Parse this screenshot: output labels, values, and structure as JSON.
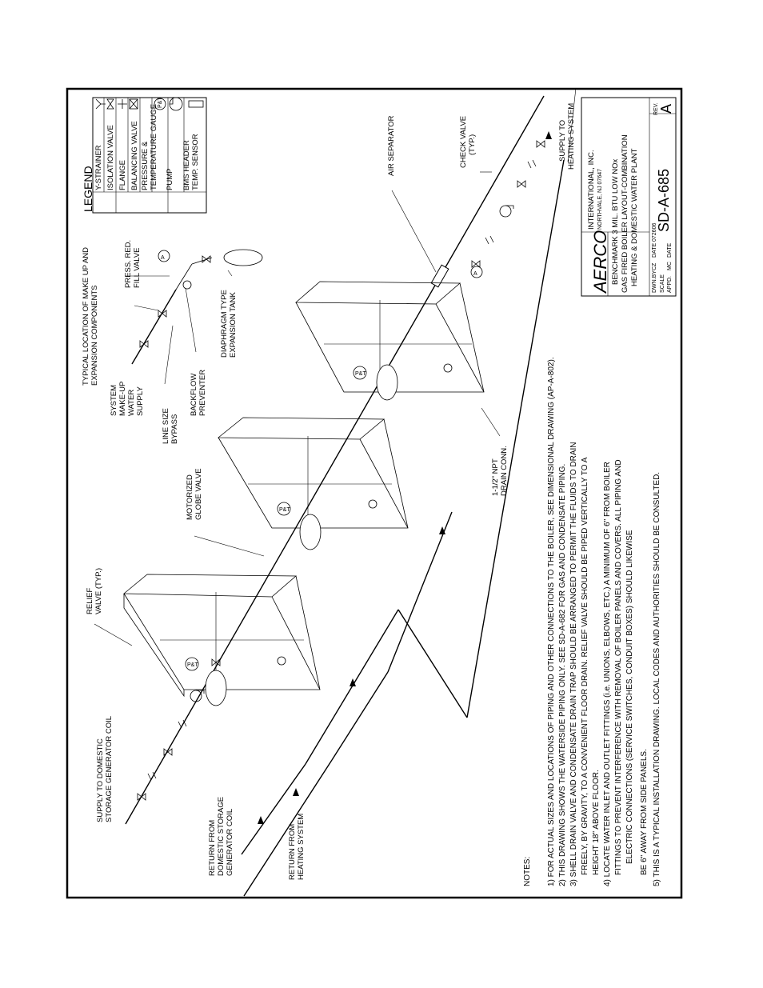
{
  "legend": {
    "title": "LEGEND",
    "items": [
      {
        "symbol": "y-strainer-symbol",
        "label": "Y-STRAINER"
      },
      {
        "symbol": "isolation-valve-symbol",
        "label": "ISOLATION VALVE"
      },
      {
        "symbol": "flange-symbol",
        "label": "FLANGE"
      },
      {
        "symbol": "balancing-valve-symbol",
        "label": "BALANCING VALVE"
      },
      {
        "symbol": "pressure-temp-gauge-symbol",
        "label": "PRESSURE &",
        "label2": "TEMPERATURE GAUGE",
        "badge": "P&T"
      },
      {
        "symbol": "pump-symbol",
        "label": "PUMP"
      },
      {
        "symbol": "bms-sensor-symbol",
        "label": "BMS HEADER",
        "label2": "TEMP. SENSOR"
      }
    ]
  },
  "labels": {
    "supply_domestic": [
      "SUPPLY TO DOMESTIC",
      "STORAGE GENERATOR COIL"
    ],
    "return_domestic": [
      "RETURN FROM",
      "DOMESTIC STORAGE",
      "GENERATOR COIL"
    ],
    "return_heating": [
      "RETURN FROM",
      "HEATING SYSTEM"
    ],
    "relief_valve": [
      "RELIEF",
      "VALVE (TYP.)"
    ],
    "motorized_globe": [
      "MOTORIZED",
      "GLOBE VALVE"
    ],
    "line_size_bypass": [
      "LINE SIZE",
      "BYPASS"
    ],
    "system_makeup": [
      "SYSTEM",
      "MAKE-UP",
      "WATER",
      "SUPPLY"
    ],
    "backflow": [
      "BACKFLOW",
      "PREVENTER"
    ],
    "typical_makeup": [
      "TYPICAL LOCATION OF MAKE UP AND",
      "EXPANSION COMPONENTS"
    ],
    "press_red": [
      "PRESS. RED.",
      "FILL VALVE"
    ],
    "diaphragm": [
      "DIAPHRAGM TYPE",
      "EXPANSION TANK"
    ],
    "drain_conn": [
      "1-1/2\" NPT",
      "DRAIN CONN."
    ],
    "air_separator": "AIR SEPARATOR",
    "check_valve": [
      "CHECK VALVE",
      "(TYP.)"
    ],
    "supply_heating": [
      "SUPPLY TO",
      "HEATING SYSTEM"
    ],
    "marker_a": "A",
    "pt_badge": "P&T"
  },
  "notes": {
    "title": "NOTES:",
    "lines": [
      "1) FOR ACTUAL SIZES AND LOCATIONS OF PIPING AND OTHER CONNECTIONS TO THE BOILER, SEE DIMENSIONAL DRAWING (AP-A-802).",
      "2) THIS DRAWING SHOWS THE WATERSIDE PIPING ONLY.  SEE SD-A-682 FOR GAS AND CONDENSATE PIPING.",
      "3) SHELL DRAIN VALVE AND CONDENSATE DRAIN TRAP SHOULD BE ARRANGED TO PERMIT THE FLUIDS TO DRAIN",
      "FREELY, BY GRAVITY, TO A CONVENIENT FLOOR DRAIN.  RELIEF VALVE SHOULD BE PIPED VERTICALLY TO A",
      "HEIGHT 18\" ABOVE FLOOR.",
      "4) LOCATE WATER INLET AND OUTLET FITTINGS (i.e. UNIONS, ELBOWS, ETC.) A MINIMUM OF 6\" FROM BOILER",
      "FITTINGS TO PREVENT INTERFERENCE WITH REMOVAL OF BOILER PANELS AND COVERS.  ALL PIPING AND",
      "ELECTRIC CONNECTIONS (SERVICE SWITCHES, CONDUIT BOXES) SHOULD LIKEWISE",
      "BE 6\" AWAY FROM SIDE PANELS.",
      "5) THIS IS A TYPICAL INSTALLATION DRAWING.  LOCAL CODES AND AUTHORITIES SHOULD BE CONSULTED."
    ]
  },
  "title_block": {
    "logo": "AERCO",
    "company": "INTERNATIONAL, INC.",
    "city": "NORTHVALE, NJ   07647",
    "title_lines": [
      "BENCHMARK 3 MIL. BTU LOW NOx",
      "GAS FIRED BOILER LAYOUT-COMBINATION",
      "HEATING & DOMESTIC WATER PLANT"
    ],
    "dwn_by_label": "DWN.BY",
    "dwn_by": "CZ",
    "date_label": "DATE",
    "date": "072606",
    "scale_label": "SCALE",
    "appd_label": "APPD.",
    "appd": "MC",
    "appd_date_label": "DATE",
    "drawing_no": "SD-A-685",
    "rev_label": "REV.",
    "rev": "A"
  }
}
